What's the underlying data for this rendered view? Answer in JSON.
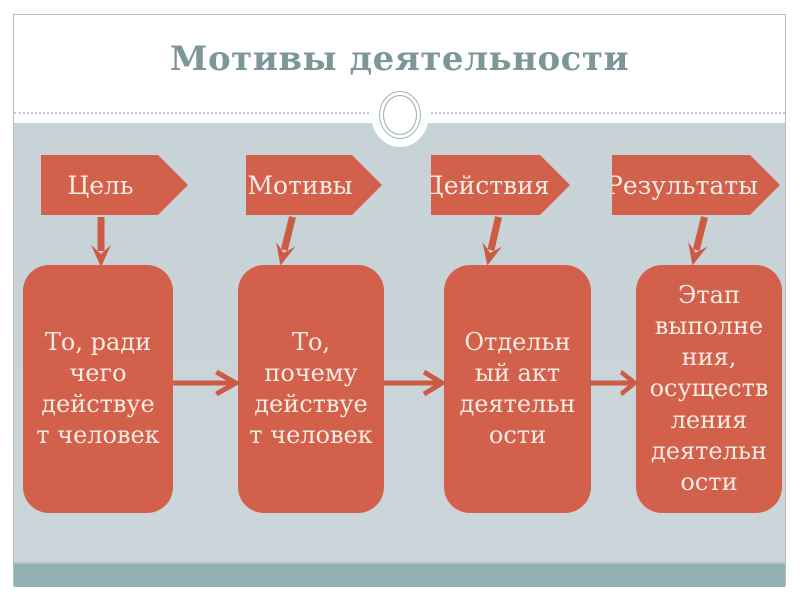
{
  "slide": {
    "title": "Мотивы деятельности",
    "diagram": {
      "columns": [
        {
          "label": "Цель",
          "description": "То, ради\nчего\nдействуе\nт человек"
        },
        {
          "label": "Мотивы",
          "description": "То,\nпочему\nдействуе\nт человек"
        },
        {
          "label": "Действия",
          "description": "Отдельн\nый акт\nдеятельн\nости"
        },
        {
          "label": "Результаты",
          "description": "Этап\nвыполне\nния,\nосуществ\nления\nдеятельн\nости"
        }
      ]
    },
    "icons": {
      "ornament": "circle-ornament-icon",
      "down_connector": "down-arrow-icon",
      "right_connector": "right-arrow-icon"
    },
    "colors": {
      "page_bg": "#ffffff",
      "header_bg": "#ffffff",
      "content_bg": "#c9d4d8",
      "footer_band": "#8fb1b2",
      "title_text": "#7d9798",
      "shape_fill": "#d2604b",
      "shape_text": "#f7ece4",
      "connector": "#cd5a44",
      "slide_border": "#b3bec2",
      "ornament_ring": "#9fb1b3"
    }
  }
}
